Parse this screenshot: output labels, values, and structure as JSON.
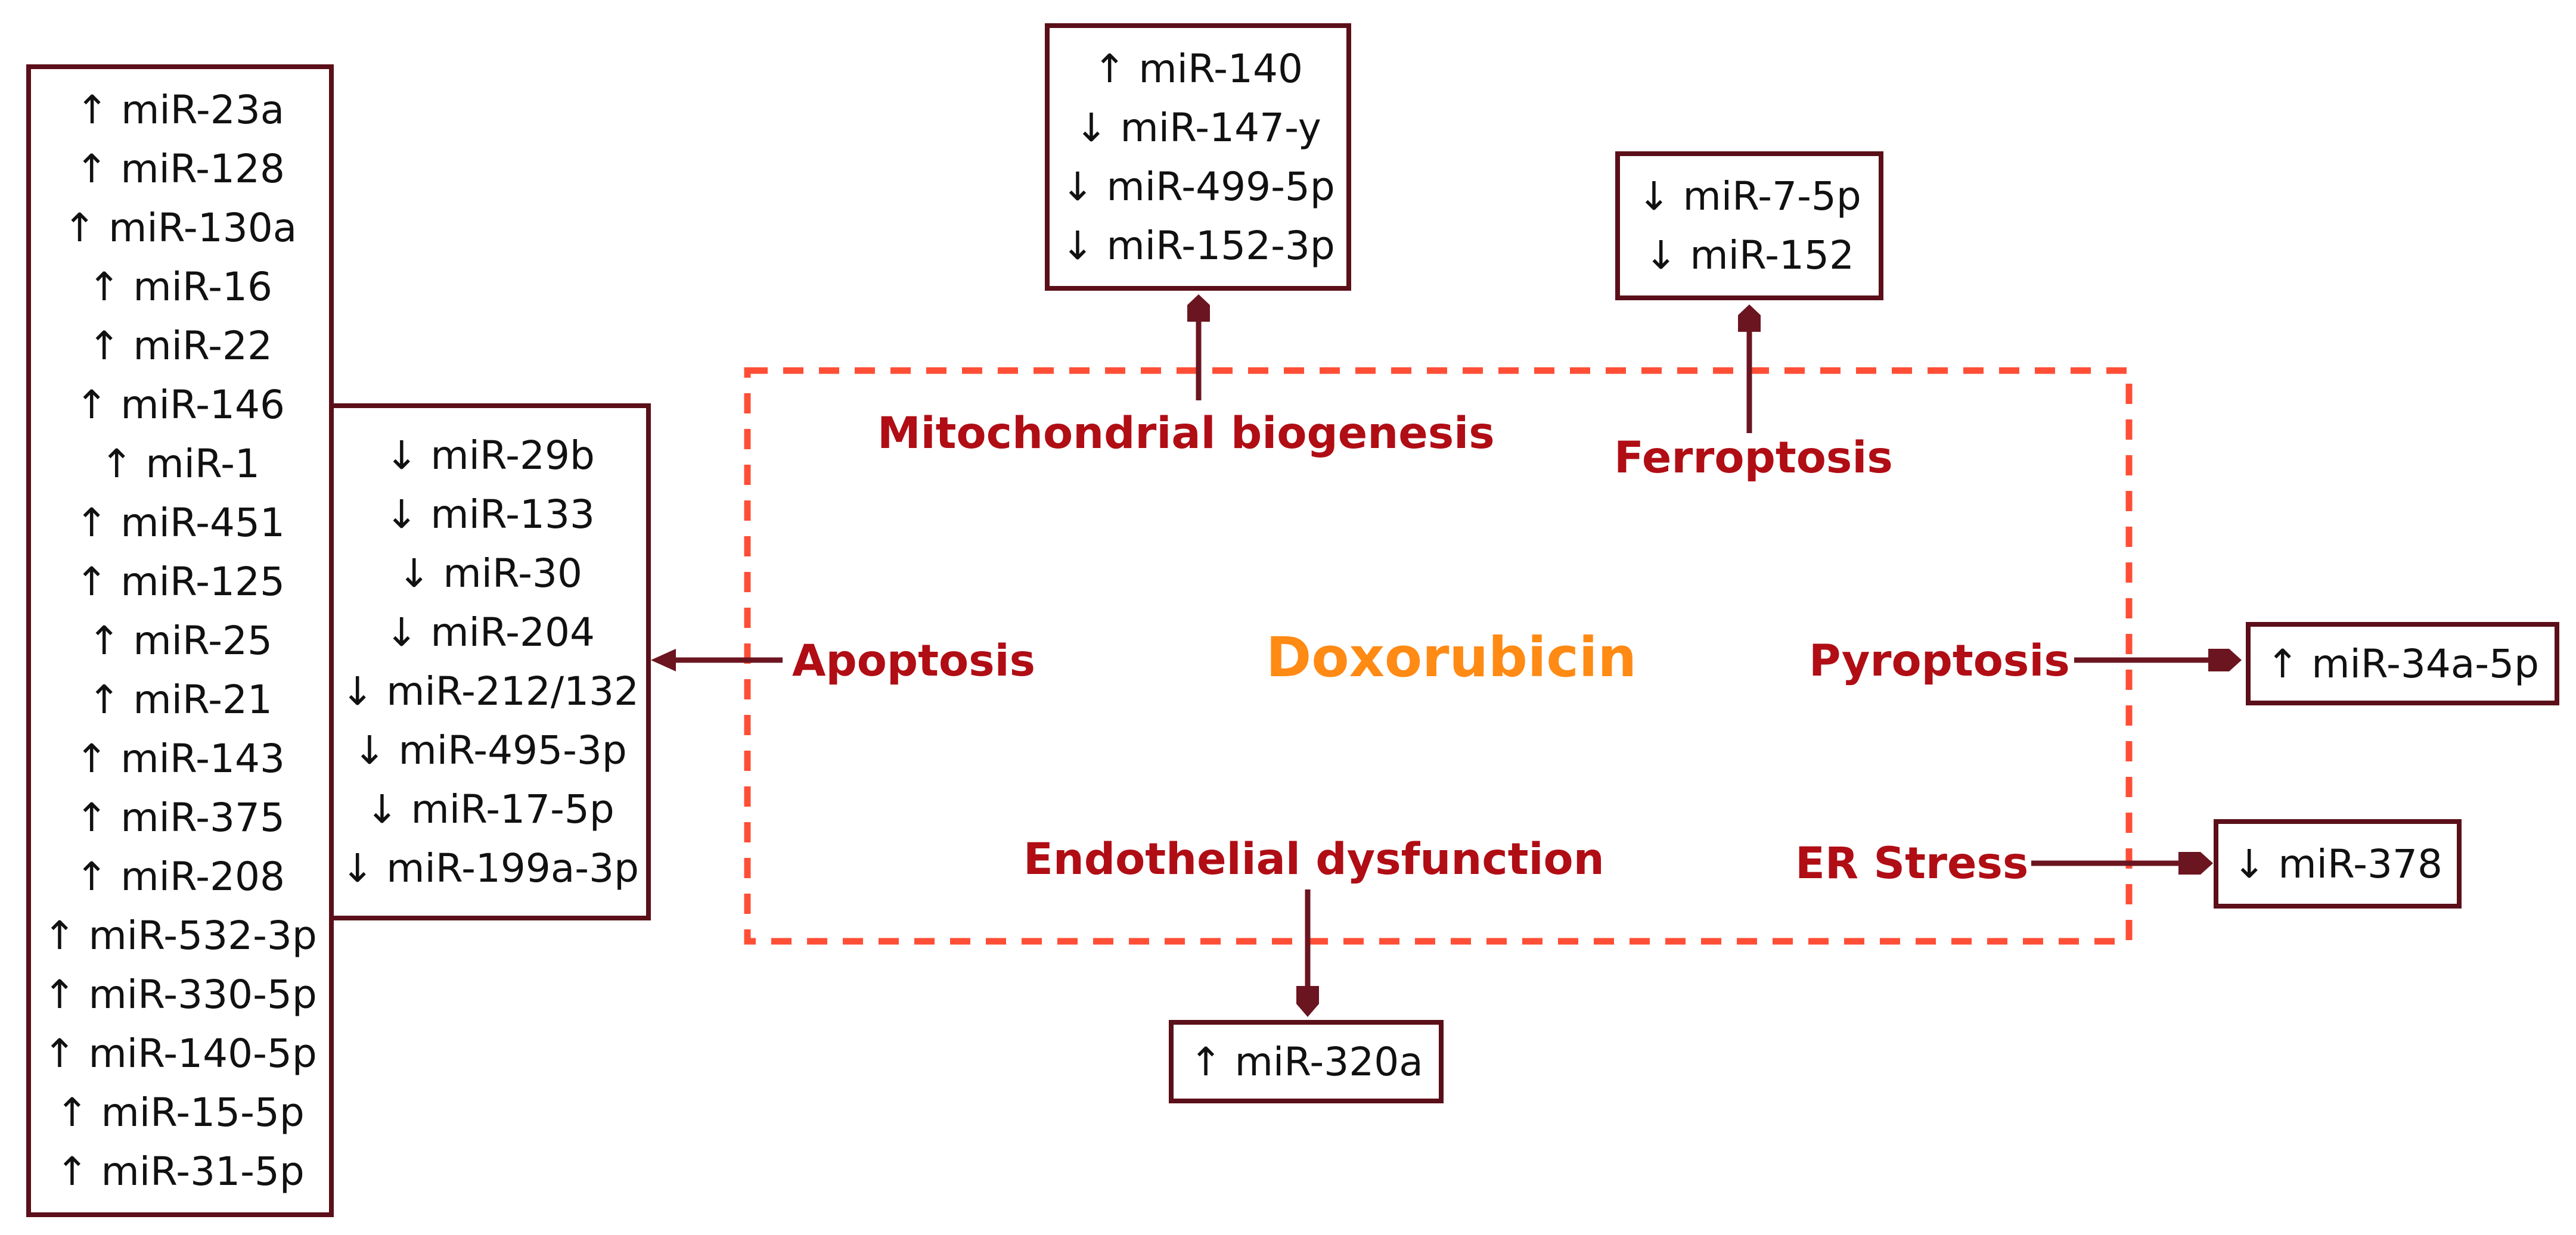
{
  "center": {
    "label": "Doxorubicin"
  },
  "colors": {
    "box_border": "#5b0f19",
    "arrow": "#6b1520",
    "pathway_text": "#b00d15",
    "center_text": "#ff8a14",
    "dashed_frame": "#ff4e36"
  },
  "pathways": {
    "apoptosis": "Apoptosis",
    "mitochondrial": "Mitochondrial biogenesis",
    "ferroptosis": "Ferroptosis",
    "pyroptosis": "Pyroptosis",
    "er_stress": "ER Stress",
    "endothelial": "Endothelial dysfunction"
  },
  "boxes": {
    "apoptosis_up": [
      "↑ miR-23a",
      "↑ miR-128",
      "↑ miR-130a",
      "↑ miR-16",
      "↑ miR-22",
      "↑ miR-146",
      "↑ miR-1",
      "↑ miR-451",
      "↑ miR-125",
      "↑ miR-25",
      "↑ miR-21",
      "↑ miR-143",
      "↑ miR-375",
      "↑ miR-208",
      "↑ miR-532-3p",
      "↑ miR-330-5p",
      "↑ miR-140-5p",
      "↑ miR-15-5p",
      "↑ miR-31-5p"
    ],
    "apoptosis_down": [
      "↓ miR-29b",
      "↓ miR-133",
      "↓ miR-30",
      "↓ miR-204",
      "↓ miR-212/132",
      "↓ miR-495-3p",
      "↓ miR-17-5p",
      "↓ miR-199a-3p"
    ],
    "mitochondrial": [
      "↑ miR-140",
      "↓ miR-147-y",
      "↓ miR-499-5p",
      "↓ miR-152-3p"
    ],
    "ferroptosis": [
      "↓ miR-7-5p",
      "↓ miR-152"
    ],
    "pyroptosis": [
      "↑ miR-34a-5p"
    ],
    "er_stress": [
      "↓ miR-378"
    ],
    "endothelial": [
      "↑ miR-320a"
    ]
  }
}
